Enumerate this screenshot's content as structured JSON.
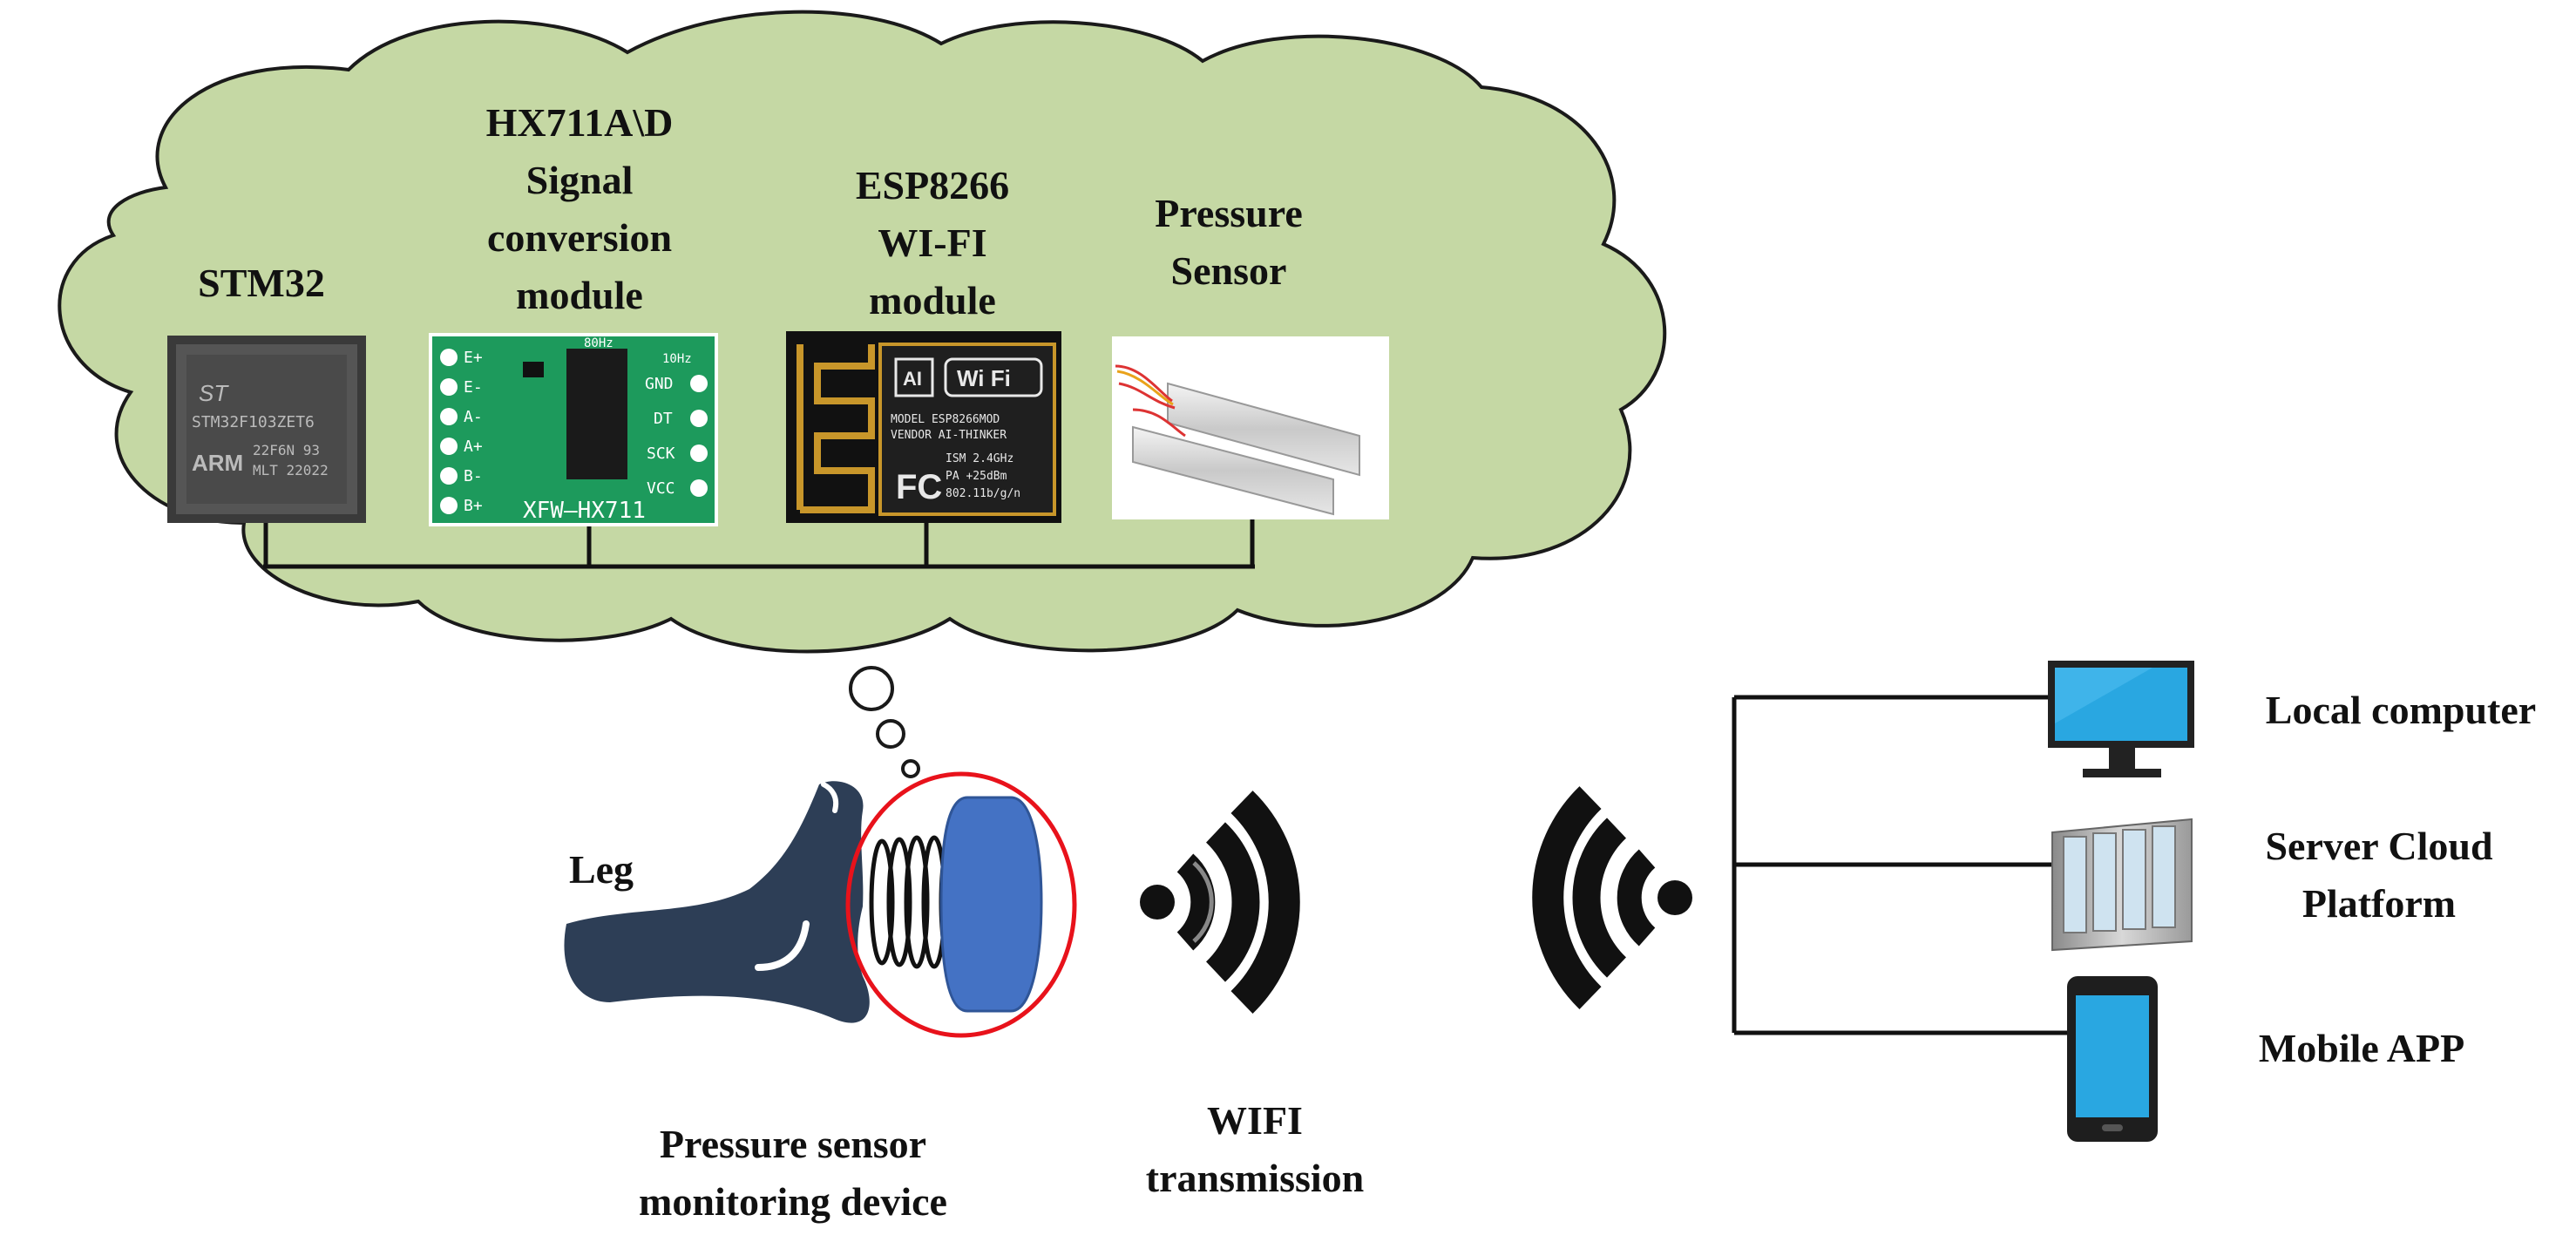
{
  "modules": {
    "stm32": {
      "label": "STM32",
      "chip_top": "ST",
      "chip_part": "STM32F103ZET6",
      "chip_brand": "ARM",
      "chip_code": "22F6N 93",
      "chip_code2": "MLT 22022"
    },
    "hx711": {
      "label_lines": [
        "HX711A\\D",
        "Signal",
        "conversion",
        "module"
      ],
      "board_text": "XFW—HX711",
      "pins_left": [
        "E+",
        "E-",
        "A-",
        "A+",
        "B-",
        "B+"
      ],
      "pins_right": [
        "GND",
        "DT",
        "SCK",
        "VCC"
      ],
      "top_marks": [
        "80Hz",
        "10Hz"
      ]
    },
    "esp8266": {
      "label_lines": [
        "ESP8266",
        "WI-FI",
        "module"
      ],
      "logo": "Wi Fi",
      "badge": "AI",
      "lines": [
        "MODEL  ESP8266MOD",
        "VENDOR AI-THINKER",
        "ISM 2.4GHz",
        "PA +25dBm",
        "802.11b/g/n"
      ],
      "fc": "FC"
    },
    "pressure": {
      "label_lines": [
        "Pressure",
        "Sensor"
      ]
    }
  },
  "device": {
    "leg_label": "Leg",
    "caption_lines": [
      "Pressure sensor",
      "monitoring device"
    ]
  },
  "wifi": {
    "caption_lines": [
      "WIFI",
      "transmission"
    ]
  },
  "endpoints": {
    "local": "Local computer",
    "server_lines": [
      "Server Cloud",
      "Platform"
    ],
    "mobile": "Mobile APP"
  },
  "colors": {
    "cloud": "#c5d8a4",
    "leg": "#2d3e56",
    "plunger": "#4472c4",
    "ring": "#e8121b",
    "screen": "#29a7e1",
    "pcb": "#1d9a5c"
  }
}
